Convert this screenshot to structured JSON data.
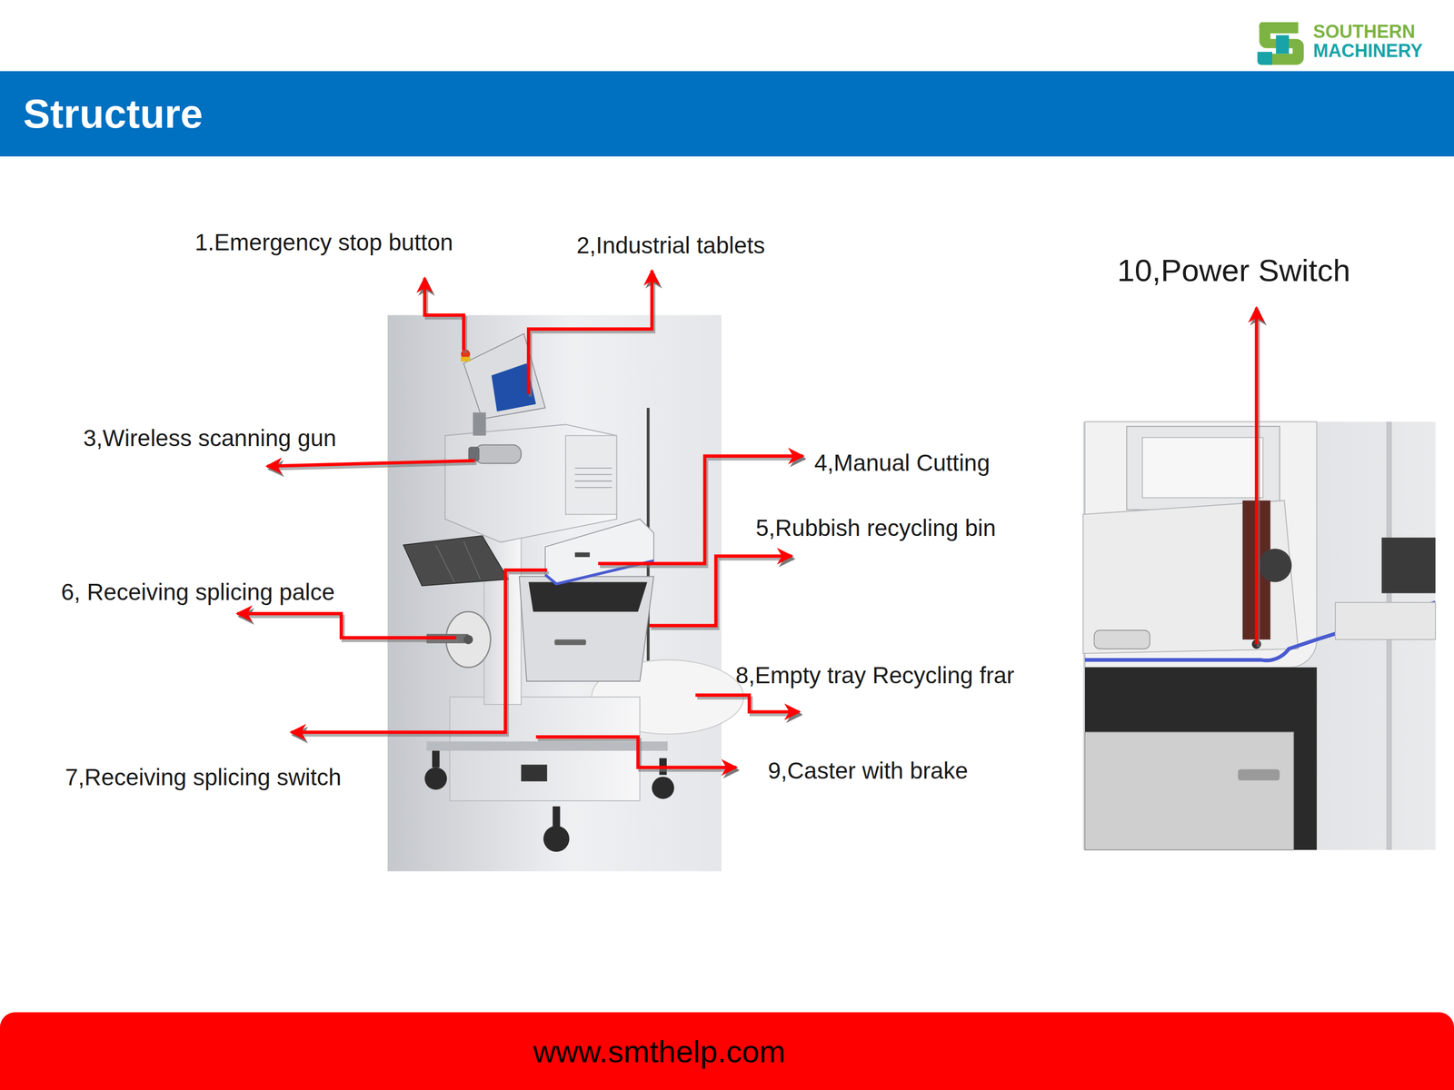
{
  "diagram": {
    "title": "Structure",
    "nodes": [
      {
        "text": [
          "www.smthelp.com"
        ]
      }
    ],
    "labels": [
      "SOUTHERN",
      "MACHINERY",
      "1.Emergency stop button",
      "2,Industrial tablets",
      "3,Wireless scanning gun",
      "4,Manual Cutting",
      "5,Rubbish recycling bin",
      "6, Receiving splicing palce",
      "7,Receiving splicing switch",
      "8,Empty tray Recycling frar",
      "9,Caster with brake",
      "10,Power Switch"
    ]
  }
}
